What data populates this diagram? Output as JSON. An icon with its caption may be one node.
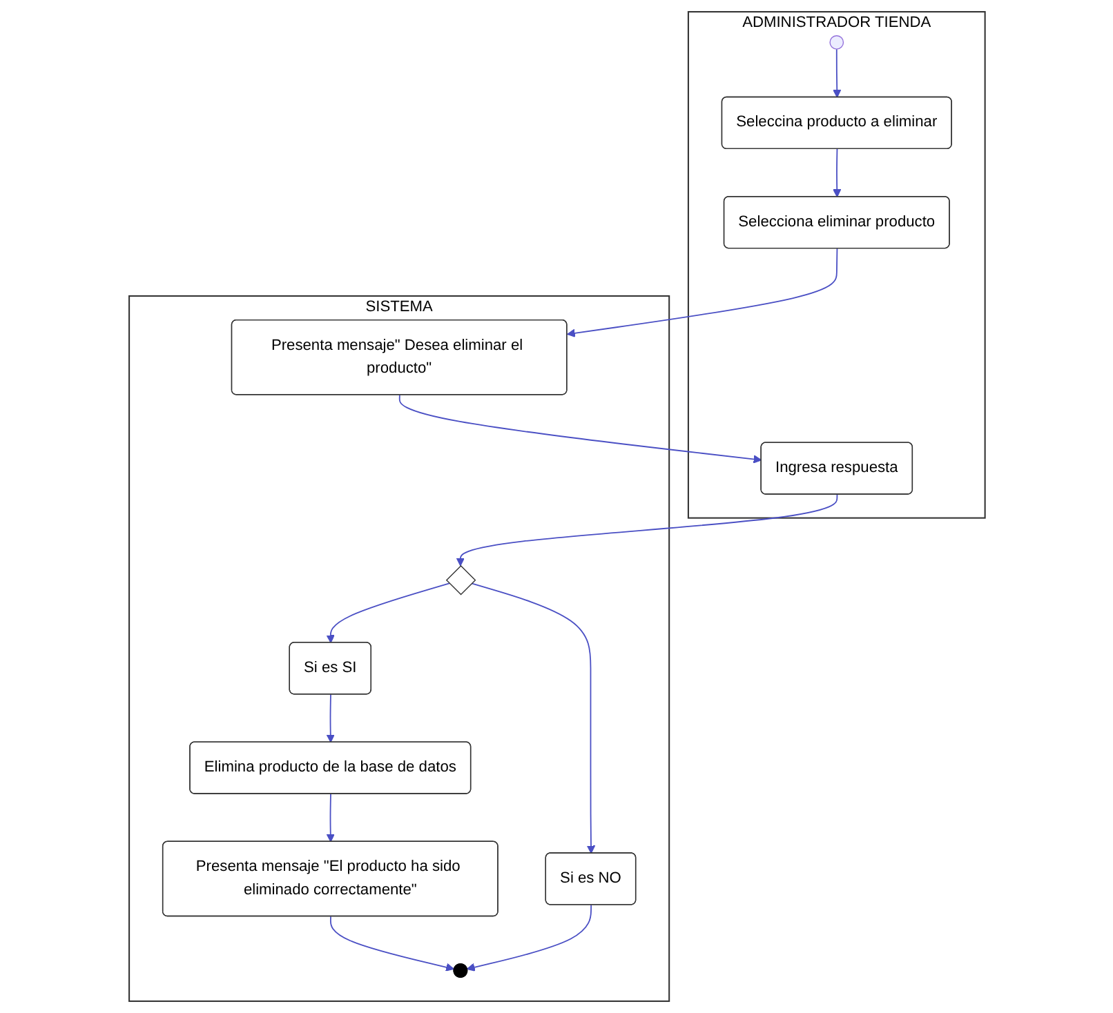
{
  "diagram": {
    "nodes": [
      {
        "text": [
          "ADMINISTRADOR TIENDA"
        ]
      },
      {
        "text": [
          "SISTEMA"
        ]
      },
      {
        "text": [],
        "shape": "circle",
        "in": 0
      },
      {
        "text": [
          "Seleccina producto a eliminar"
        ],
        "in": 0
      },
      {
        "text": [
          "Selecciona eliminar producto"
        ],
        "in": 0
      },
      {
        "text": [
          "Presenta mensaje\" Desea eliminar el producto\""
        ],
        "in": 1
      },
      {
        "text": [
          "Ingresa respuesta"
        ],
        "in": 0
      },
      {
        "text": [],
        "shape": "diamond",
        "in": 1
      },
      {
        "text": [
          "Si es SI"
        ],
        "in": 1
      },
      {
        "text": [
          "Si es NO"
        ],
        "in": 1
      },
      {
        "text": [
          "Elimina producto de la base de datos"
        ],
        "in": 1
      },
      {
        "text": [
          "Presenta mensaje \"El producto ha sido eliminado correctamente\""
        ],
        "in": 1
      },
      {
        "text": [],
        "shape": "circle",
        "in": 1
      }
    ],
    "edges": [
      {
        "from": 2,
        "to": 3,
        "arrow": "to"
      },
      {
        "from": 3,
        "to": 4,
        "arrow": "to"
      },
      {
        "from": 4,
        "to": 5,
        "arrow": "to"
      },
      {
        "from": 5,
        "to": 6,
        "arrow": "to"
      },
      {
        "from": 6,
        "to": 7,
        "arrow": "to"
      },
      {
        "from": 7,
        "to": 8,
        "arrow": "to"
      },
      {
        "from": 7,
        "to": 9,
        "arrow": "to"
      },
      {
        "from": 8,
        "to": 10,
        "arrow": "to"
      },
      {
        "from": 10,
        "to": 11,
        "arrow": "to"
      },
      {
        "from": 11,
        "to": 12,
        "arrow": "to"
      },
      {
        "from": 9,
        "to": 12,
        "arrow": "to"
      }
    ]
  }
}
